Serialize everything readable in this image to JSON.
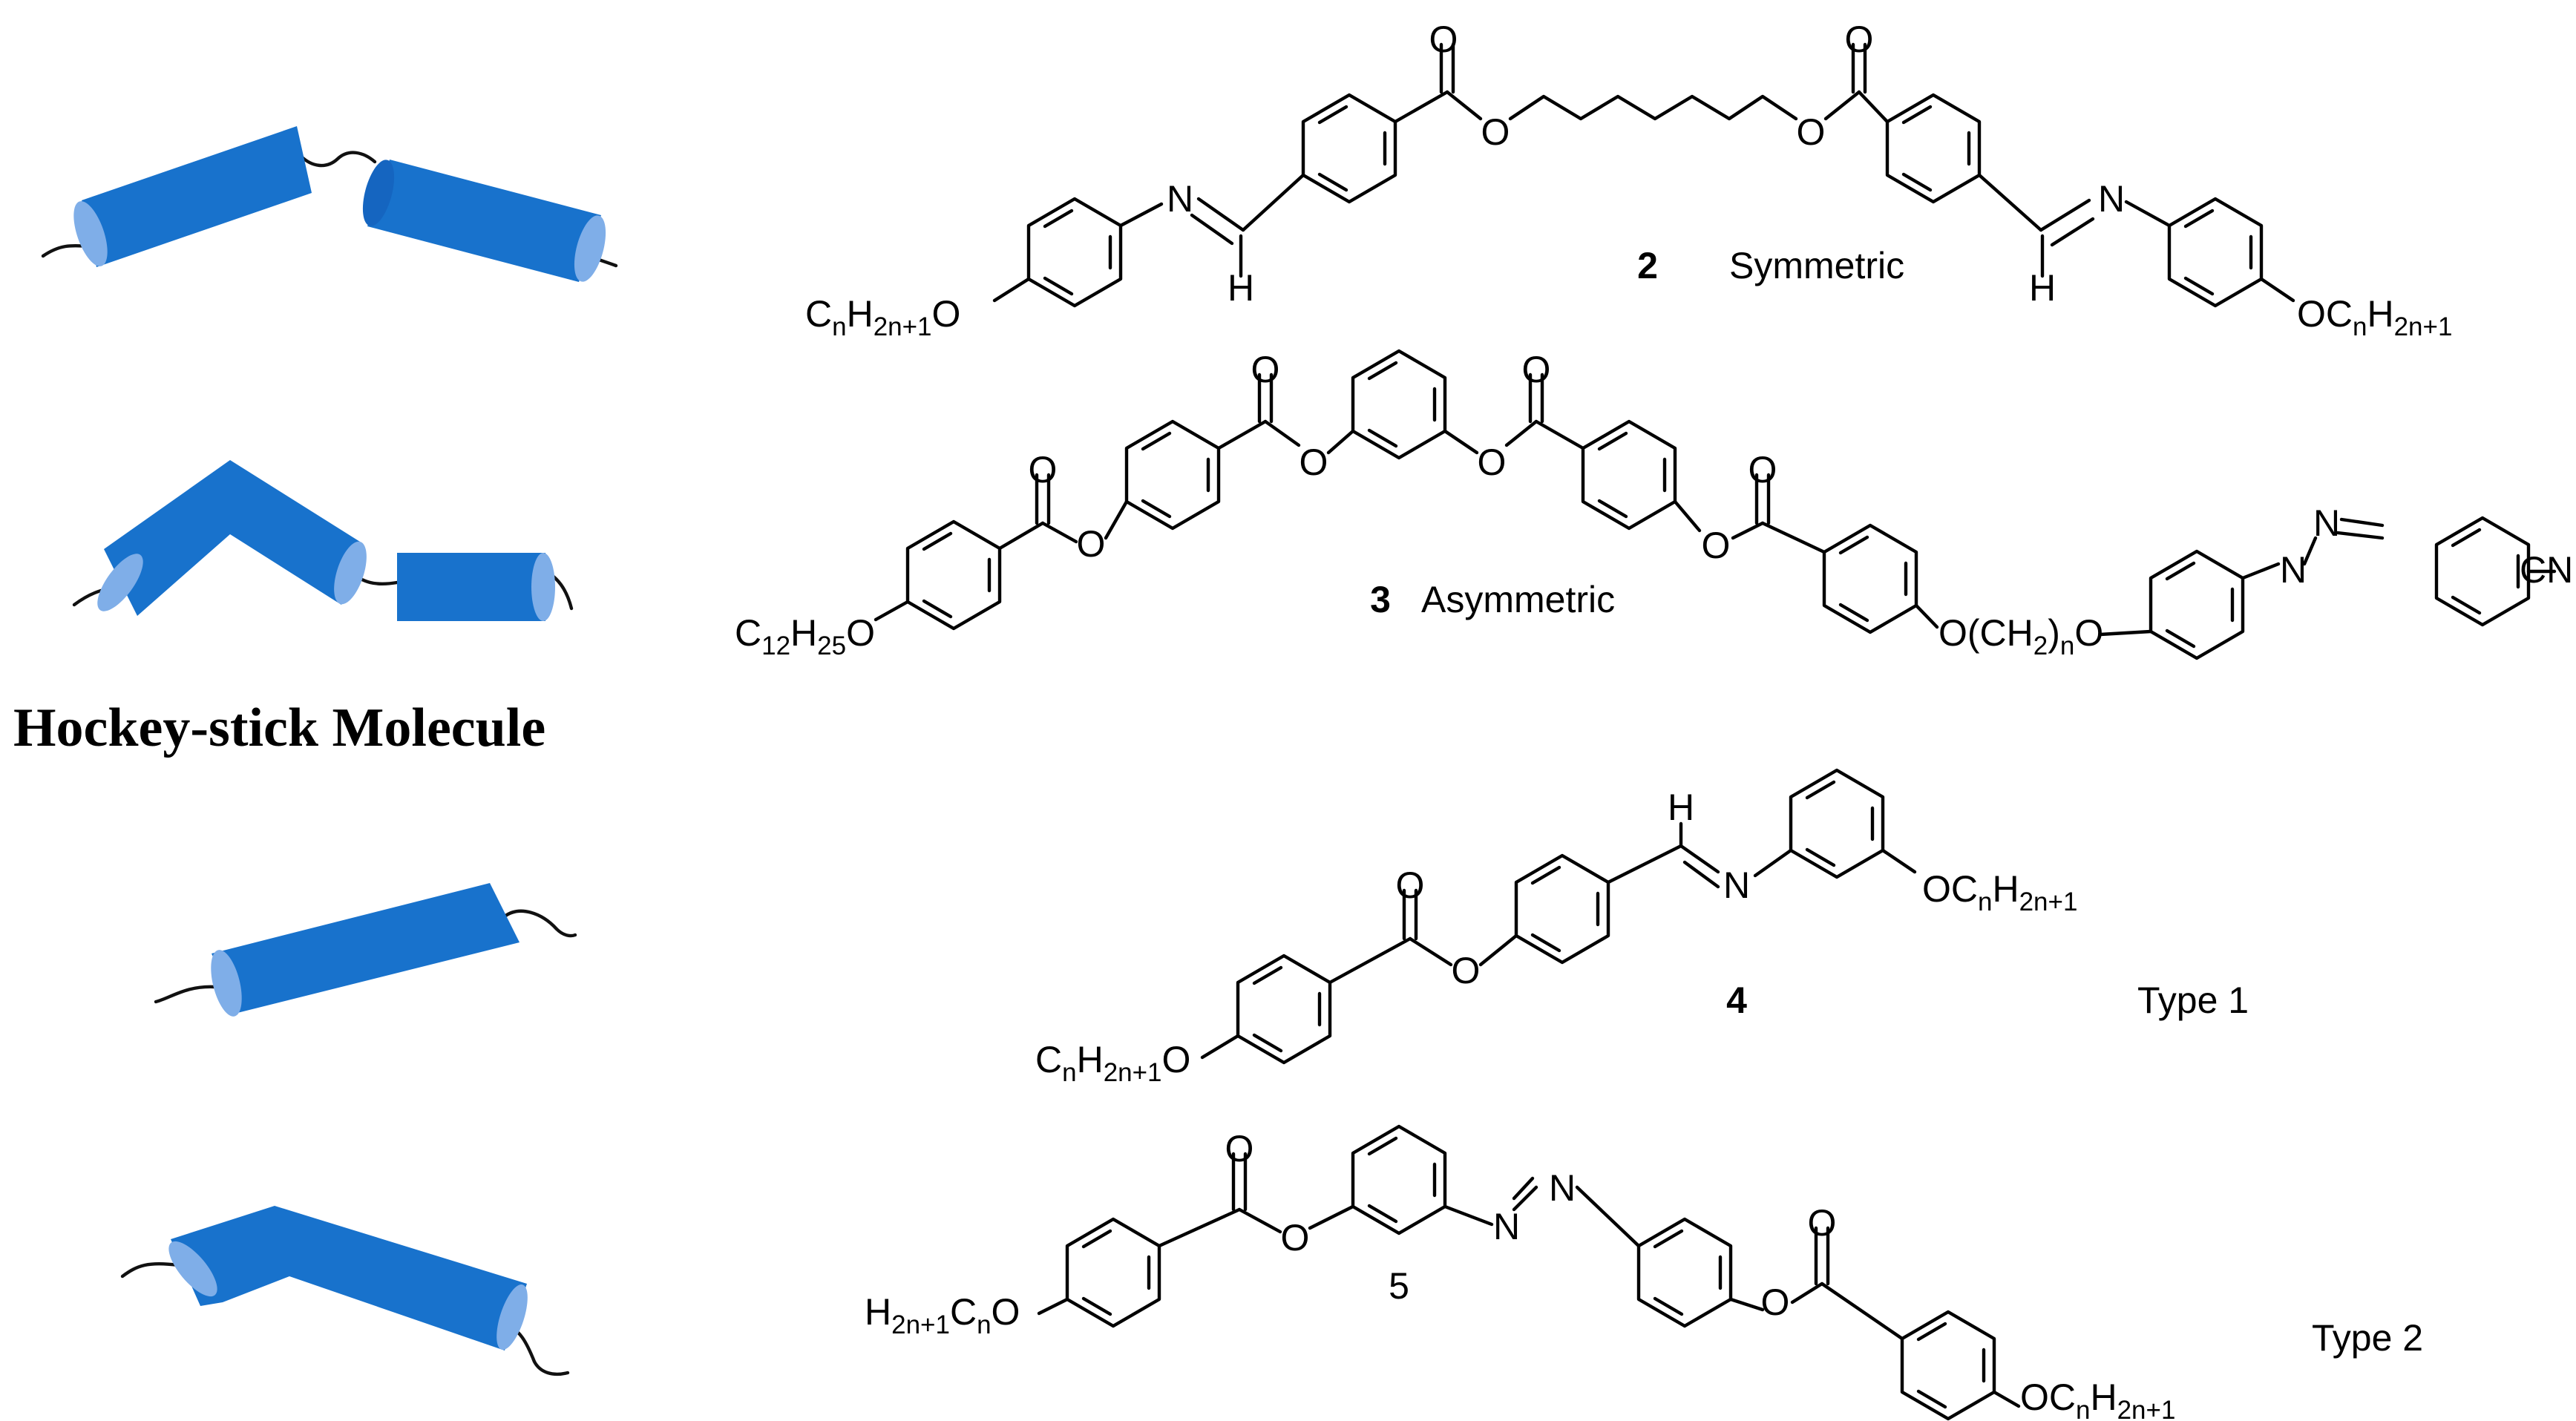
{
  "colors": {
    "cylinder": "#1872CC",
    "cap": "#7FAEE8",
    "ink": "#000000"
  },
  "heading": "Hockey-stick Molecule",
  "compounds": [
    {
      "number": "2",
      "label": "Symmetric"
    },
    {
      "number": "3",
      "label": "Asymmetric"
    },
    {
      "number": "4",
      "label": "Type 1"
    },
    {
      "number": "5",
      "label": "Type 2"
    }
  ],
  "atoms": {
    "O": "O",
    "N": "N",
    "H": "H"
  },
  "groups": {
    "alkyl_c": "C",
    "alkyl_h": "H",
    "alkyl_sub_n": "n",
    "alkyl_sub_2n1": "2n+1",
    "dodecyl_c": "C",
    "dodecyl_sub_12": "12",
    "dodecyl_h": "H",
    "dodecyl_sub_25": "25",
    "spacer_open": "O(CH",
    "spacer_sub_2": "2",
    "spacer_close": ")",
    "spacer_sub_n": "n",
    "cyano": "CN",
    "h_left": "H",
    "sub_2n1": "2n+1",
    "c_mid": "C",
    "sub_n": "n",
    "o": "O"
  }
}
